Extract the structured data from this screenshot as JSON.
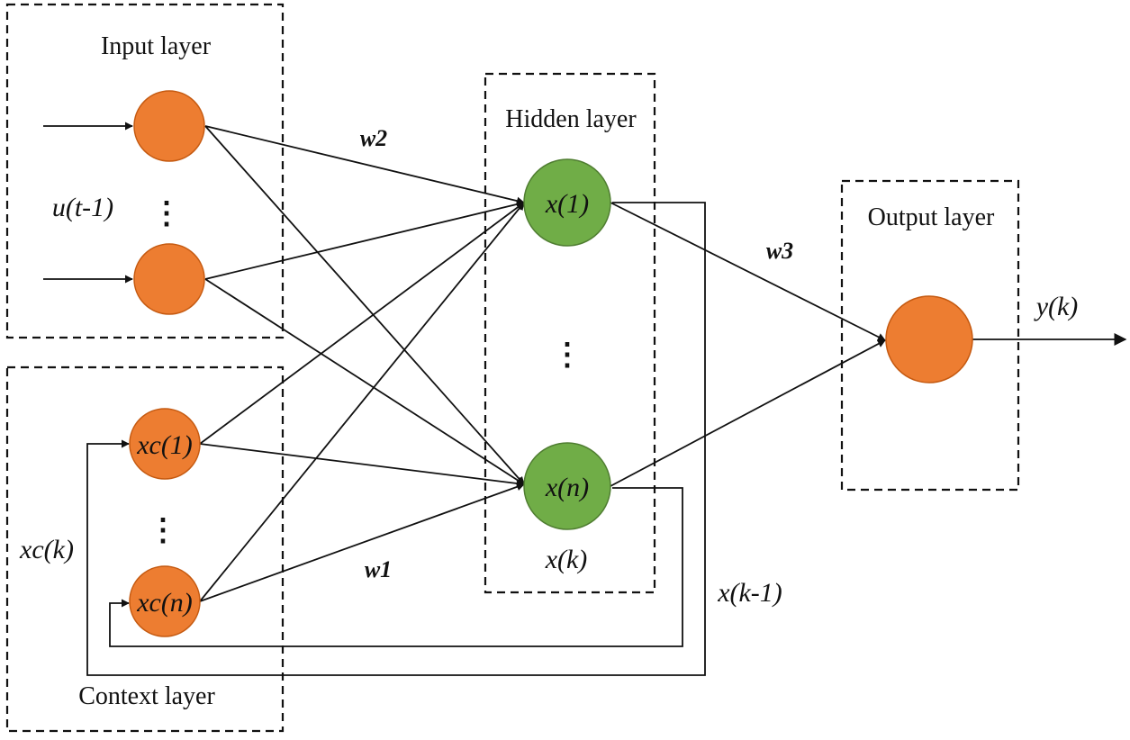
{
  "layers": {
    "input": "Input layer",
    "hidden": "Hidden layer",
    "output": "Output layer",
    "context": "Context layer"
  },
  "nodes": {
    "hidden_first": "x(1)",
    "hidden_last": "x(n)",
    "context_first": "xc(1)",
    "context_last": "xc(n)"
  },
  "labels": {
    "input_signal": "u(t-1)",
    "output_signal": "y(k)",
    "context_signal": "xc(k)",
    "hidden_state": "x(k)",
    "delayed_state": "x(k-1)",
    "w1": "w1",
    "w2": "w2",
    "w3": "w3"
  },
  "ellipsis": "⋮",
  "colors": {
    "input_node": "#ED7D31",
    "context_node": "#ED7D31",
    "hidden_node": "#70AD47",
    "output_node": "#ED7D31"
  }
}
